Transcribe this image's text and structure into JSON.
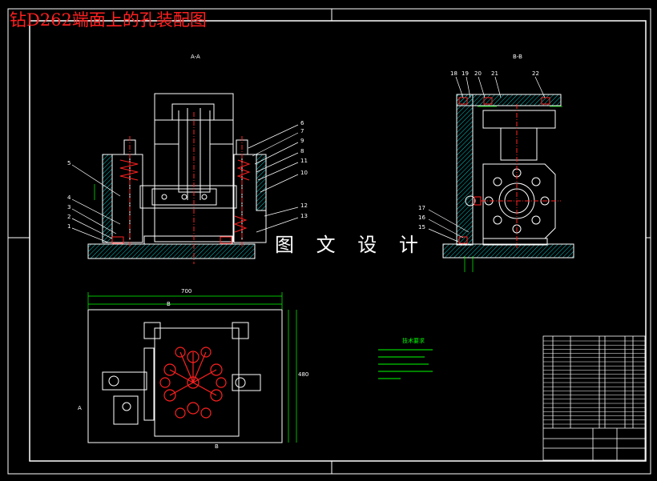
{
  "title": "钻D262端面上的孔装配图",
  "watermark": "图 文 设 计",
  "views": {
    "section_aa": "A-A",
    "section_bb": "B-B"
  },
  "part_numbers_left": [
    "5",
    "4",
    "3",
    "2",
    "1"
  ],
  "part_numbers_right": [
    "6",
    "7",
    "9",
    "8",
    "11",
    "10",
    "12",
    "13"
  ],
  "part_numbers_top_right": [
    "18",
    "19",
    "20",
    "21",
    "22"
  ],
  "part_numbers_side_right": [
    "17",
    "16",
    "15"
  ],
  "dims": {
    "top_width": "700",
    "side_height": "480",
    "letter_b": "B",
    "letter_a": "A"
  },
  "notes_title": "技术要求",
  "colors": {
    "background": "#000000",
    "frame": "#ffffff",
    "title": "#ff2020",
    "part_lines": "#ffffff",
    "dimension": "#00ff00",
    "center": "#ff2020",
    "hatch": "#00ffff"
  }
}
